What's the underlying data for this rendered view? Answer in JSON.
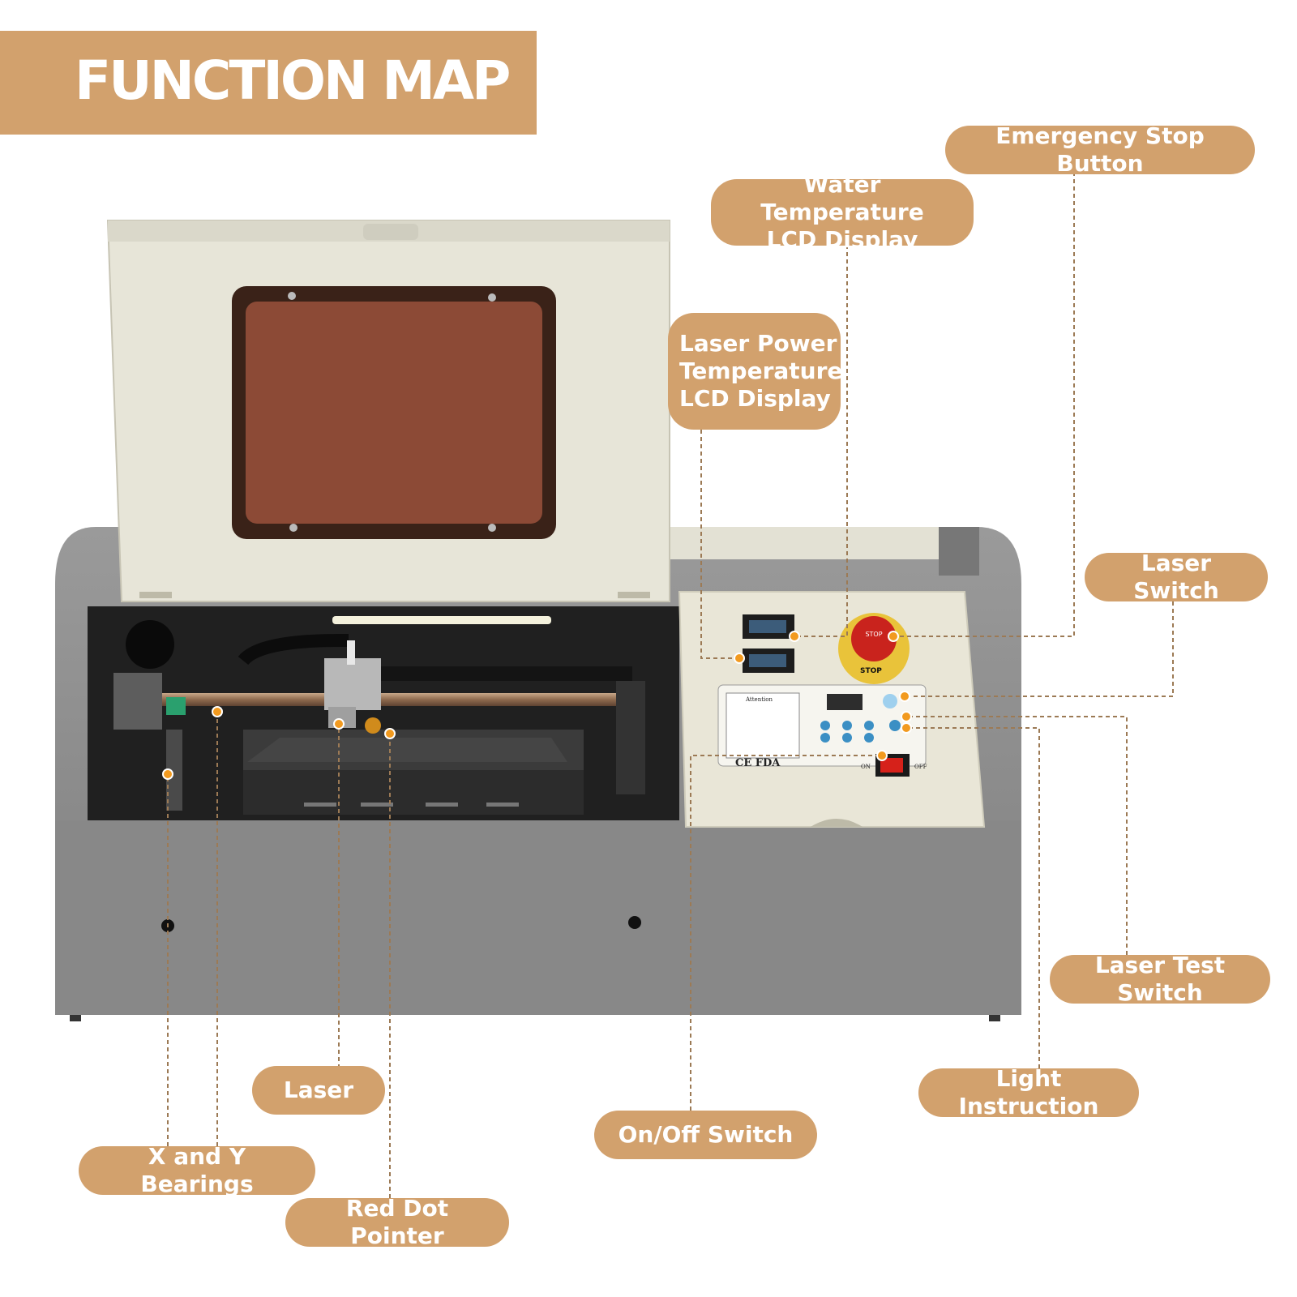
{
  "header": {
    "title": "FUNCTION MAP"
  },
  "labels": {
    "emergency_stop": "Emergency Stop Button",
    "water_temp": "Water Temperature\nLCD Display",
    "laser_power": "Laser Power\nTemperature\nLCD Display",
    "laser_switch": "Laser Switch",
    "laser_test": "Laser Test Switch",
    "light_instruction": "Light Instruction",
    "on_off": "On/Off Switch",
    "laser": "Laser",
    "xy_bearings": "X and Y Bearings",
    "red_dot": "Red Dot Pointer"
  },
  "panel_text": {
    "stop": "STOP",
    "ce_fda": "CE FDA",
    "on": "ON",
    "off": "OFF",
    "attention": "Attention"
  },
  "colors": {
    "accent": "#d2a16d",
    "casing": "#8e8e8e",
    "lid": "#e7e5d8",
    "window": "#8c4a36"
  }
}
